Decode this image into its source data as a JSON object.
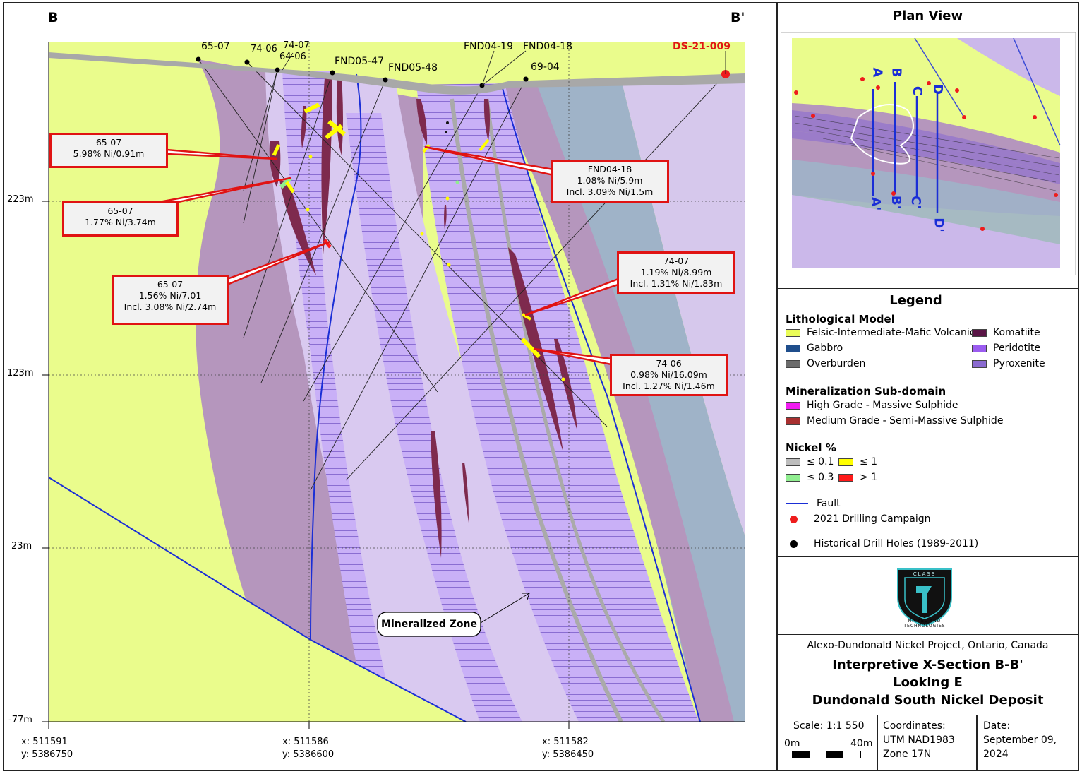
{
  "section": {
    "left_label": "B",
    "right_label": "B'",
    "elevation_labels": [
      "223m",
      "123m",
      "23m",
      "-77m"
    ],
    "bottom_coords": [
      {
        "x": "x: 511591",
        "y": "y: 5386750"
      },
      {
        "x": "x: 511586",
        "y": "y: 5386600"
      },
      {
        "x": "x: 511582",
        "y": "y: 5386450"
      }
    ],
    "drill_holes": [
      "65-07",
      "74-06",
      "74-07",
      "64-06",
      "FND05-47",
      "FND05-48",
      "FND04-19",
      "FND04-18",
      "69-04"
    ],
    "new_hole": "DS-21-009",
    "mineralized_zone_label": "Mineralized Zone",
    "callouts": [
      {
        "lines": [
          "65-07",
          "5.98% Ni/0.91m"
        ]
      },
      {
        "lines": [
          "65-07",
          "1.77% Ni/3.74m"
        ]
      },
      {
        "lines": [
          "65-07",
          "1.56% Ni/7.01",
          "Incl. 3.08% Ni/2.74m"
        ]
      },
      {
        "lines": [
          "FND04-18",
          "1.08% Ni/5.9m",
          "Incl. 3.09% Ni/1.5m"
        ]
      },
      {
        "lines": [
          "74-07",
          "1.19% Ni/8.99m",
          "Incl. 1.31% Ni/1.83m"
        ]
      },
      {
        "lines": [
          "74-06",
          "0.98% Ni/16.09m",
          "Incl. 1.27% Ni/1.46m"
        ]
      }
    ]
  },
  "plan_view": {
    "title": "Plan View",
    "section_labels_top": [
      "A",
      "B",
      "C",
      "D"
    ],
    "section_labels_bottom": [
      "A'",
      "B'",
      "C'",
      "D'"
    ]
  },
  "legend": {
    "title": "Legend",
    "lithology_title": "Lithological Model",
    "lithology": [
      {
        "label": "Felsic-Intermediate-Mafic Volcanic",
        "color": "#eafc57"
      },
      {
        "label": "Gabbro",
        "color": "#1f4e8c"
      },
      {
        "label": "Overburden",
        "color": "#6b6b6b"
      },
      {
        "label": "Komatiite",
        "color": "#5a1546"
      },
      {
        "label": "Peridotite",
        "color": "#9b5cf0"
      },
      {
        "label": "Pyroxenite",
        "color": "#8a6ad0"
      }
    ],
    "mineral_title": "Mineralization Sub-domain",
    "mineral": [
      {
        "label": "High Grade - Massive Sulphide",
        "color": "#f01cf0"
      },
      {
        "label": "Medium Grade - Semi-Massive Sulphide",
        "color": "#a83030"
      }
    ],
    "nickel_title": "Nickel %",
    "nickel": [
      {
        "label": "≤ 0.1",
        "color": "#bdbdbd"
      },
      {
        "label": "≤ 1",
        "color": "#ffff00"
      },
      {
        "label": "≤ 0.3",
        "color": "#90ee90"
      },
      {
        "label": "> 1",
        "color": "#ff1a1a"
      }
    ],
    "fault_label": "Fault",
    "campaign_label": "2021 Drilling Campaign",
    "historical_label": "Historical Drill Holes (1989-2011)"
  },
  "logo": {
    "name": "CLASS 1",
    "sub": "NICKEL AND TECHNOLOGIES"
  },
  "title_block": {
    "project": "Alexo-Dundonald Nickel Project, Ontario, Canada",
    "title_line1": "Interpretive X-Section B-B'",
    "title_line2": "Looking E",
    "title_line3": "Dundonald South Nickel Deposit"
  },
  "footer": {
    "scale_label": "Scale: 1:1 550",
    "scale_start": "0m",
    "scale_end": "40m",
    "coords_label": "Coordinates:",
    "coords_value1": "UTM NAD1983",
    "coords_value2": "Zone 17N",
    "date_label": "Date:",
    "date_value1": "September 09,",
    "date_value2": "2024"
  }
}
